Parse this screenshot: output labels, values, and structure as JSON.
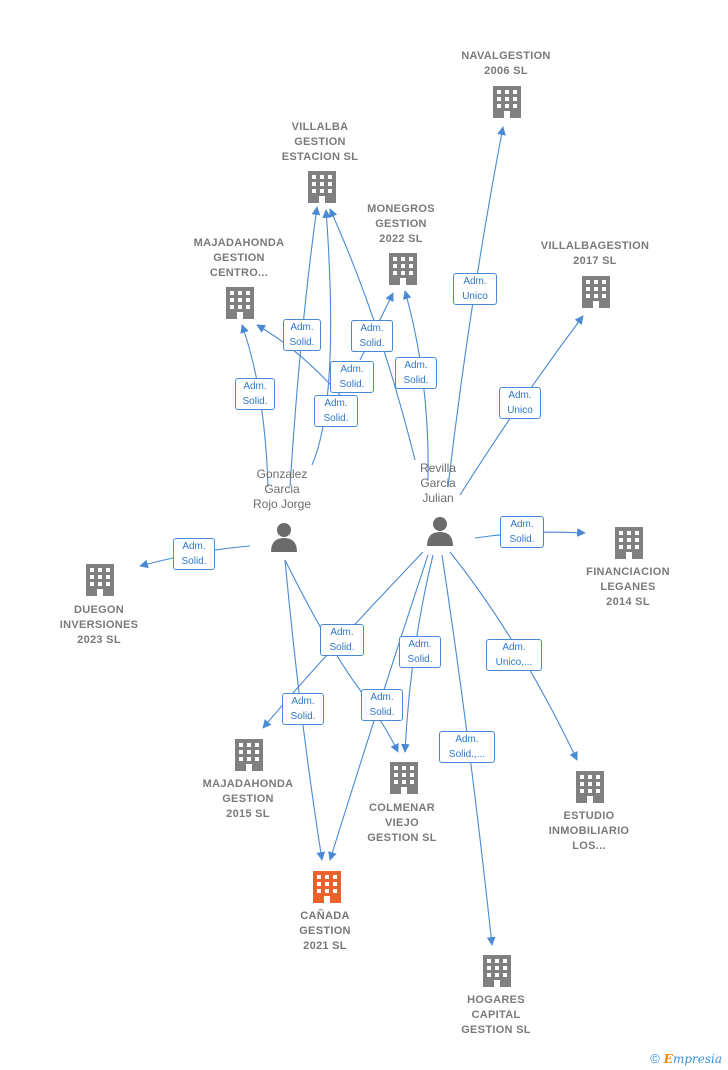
{
  "colors": {
    "edge": "#4a8ad4",
    "building": "#808080",
    "main_building": "#f0602a",
    "person": "#6b6b6b"
  },
  "persons": [
    {
      "id": "gonzalez",
      "lines": [
        "Gonzalez",
        "Garcia",
        "Rojo Jorge"
      ],
      "icon": "person-icon"
    },
    {
      "id": "revilla",
      "lines": [
        "Revilla",
        "Garcia",
        "Julian"
      ],
      "icon": "person-icon"
    }
  ],
  "companies": [
    {
      "id": "navalgestion",
      "lines": [
        "NAVALGESTION",
        "2006 SL"
      ],
      "icon": "building-icon"
    },
    {
      "id": "villalba_estacion",
      "lines": [
        "VILLALBA",
        "GESTION",
        "ESTACION SL"
      ],
      "icon": "building-icon"
    },
    {
      "id": "monegros",
      "lines": [
        "MONEGROS",
        "GESTION",
        "2022 SL"
      ],
      "icon": "building-icon"
    },
    {
      "id": "majadahonda_centro",
      "lines": [
        "MAJADAHONDA",
        "GESTION",
        "CENTRO..."
      ],
      "icon": "building-icon"
    },
    {
      "id": "villalbagestion",
      "lines": [
        "VILLALBAGESTION",
        "2017 SL"
      ],
      "icon": "building-icon"
    },
    {
      "id": "financiacion",
      "lines": [
        "FINANCIACION",
        "LEGANES",
        "2014 SL"
      ],
      "icon": "building-icon"
    },
    {
      "id": "duegon",
      "lines": [
        "DUEGON",
        "INVERSIONES",
        "2023 SL"
      ],
      "icon": "building-icon"
    },
    {
      "id": "majadahonda_2015",
      "lines": [
        "MAJADAHONDA",
        "GESTION",
        "2015 SL"
      ],
      "icon": "building-icon"
    },
    {
      "id": "colmenar",
      "lines": [
        "COLMENAR",
        "VIEJO",
        "GESTION SL"
      ],
      "icon": "building-icon"
    },
    {
      "id": "estudio",
      "lines": [
        "ESTUDIO",
        "INMOBILIARIO",
        "LOS..."
      ],
      "icon": "building-icon"
    },
    {
      "id": "canada",
      "lines": [
        "CAÑADA",
        "GESTION",
        "2021 SL"
      ],
      "icon": "building-icon",
      "main": true
    },
    {
      "id": "hogares",
      "lines": [
        "HOGARES",
        "CAPITAL",
        "GESTION SL"
      ],
      "icon": "building-icon"
    }
  ],
  "edge_labels": [
    {
      "lines": [
        "Adm.",
        "Unico"
      ]
    },
    {
      "lines": [
        "Adm.",
        "Solid."
      ]
    },
    {
      "lines": [
        "Adm.",
        "Solid."
      ]
    },
    {
      "lines": [
        "Adm.",
        "Solid."
      ]
    },
    {
      "lines": [
        "Adm.",
        "Solid."
      ]
    },
    {
      "lines": [
        "Adm.",
        "Solid."
      ]
    },
    {
      "lines": [
        "Adm.",
        "Solid."
      ]
    },
    {
      "lines": [
        "Adm.",
        "Solid."
      ]
    },
    {
      "lines": [
        "Adm.",
        "Unico"
      ]
    },
    {
      "lines": [
        "Adm.",
        "Solid."
      ]
    },
    {
      "lines": [
        "Adm.",
        "Solid."
      ]
    },
    {
      "lines": [
        "Adm.",
        "Solid."
      ]
    },
    {
      "lines": [
        "Adm.",
        "Solid."
      ]
    },
    {
      "lines": [
        "Adm.",
        "Solid."
      ]
    },
    {
      "lines": [
        "Adm.",
        "Unico,..."
      ]
    },
    {
      "lines": [
        "Adm.",
        "Solid.,..."
      ]
    },
    {
      "lines": [
        "Adm.",
        "Solid."
      ]
    }
  ],
  "footer": {
    "copyright": "©",
    "brand_first": "E",
    "brand_rest": "mpresia"
  }
}
